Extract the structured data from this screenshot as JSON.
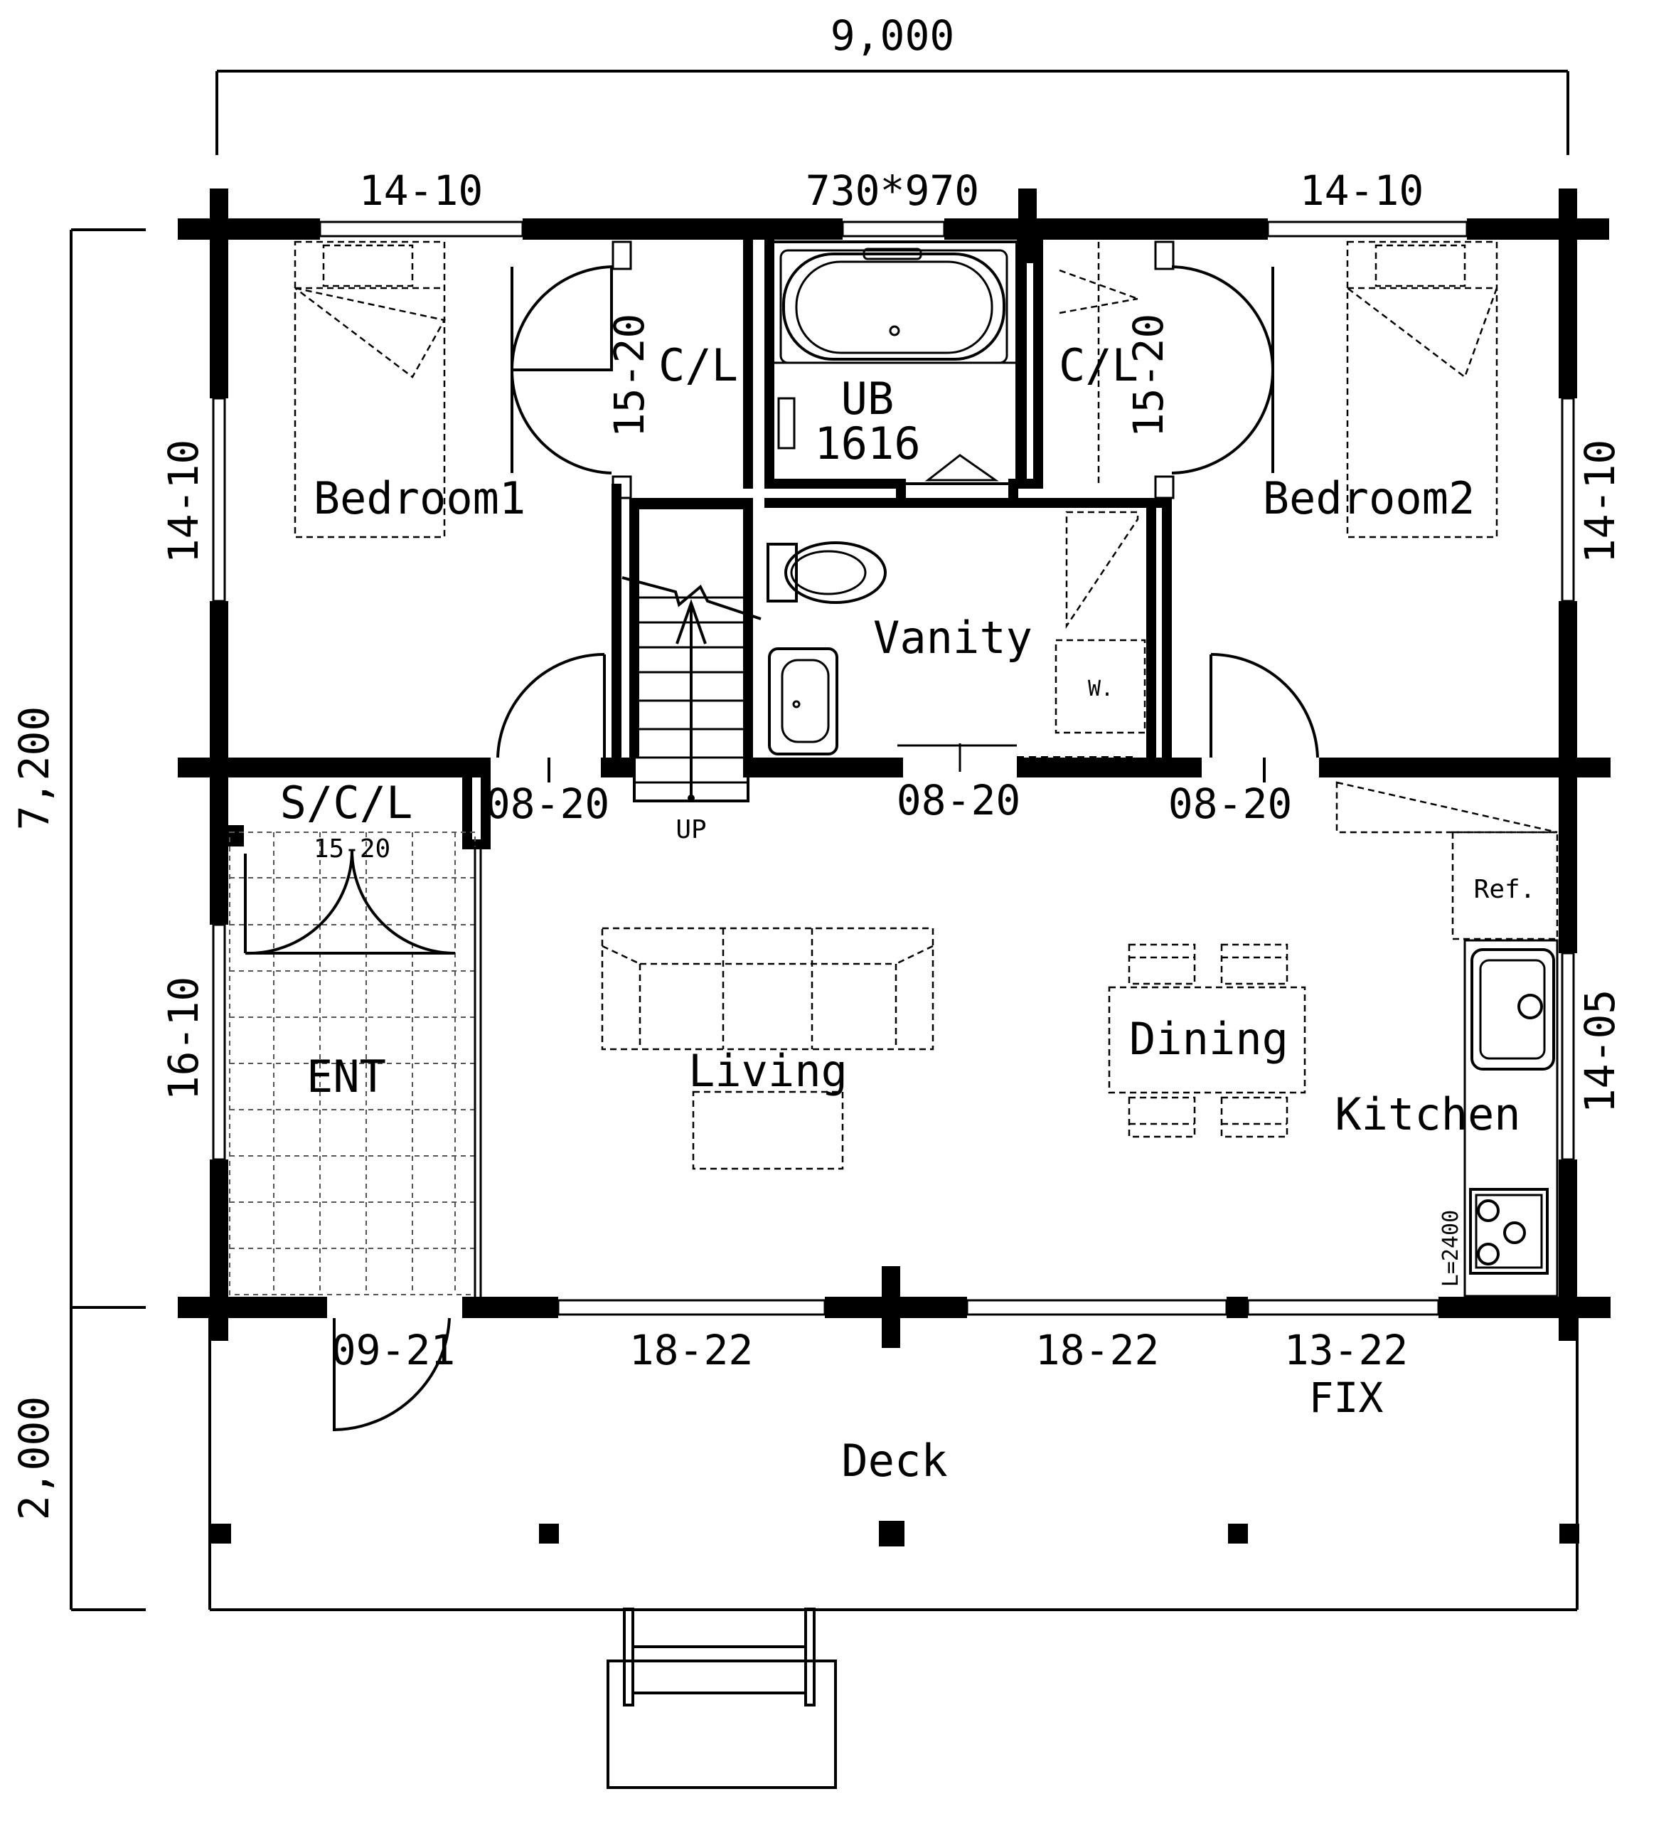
{
  "dimensions": {
    "overall_width": "9,000",
    "overall_depth": "7,200",
    "deck_depth": "2,000"
  },
  "openings": {
    "bedroom1_top_window": "14-10",
    "bath_window": "730*970",
    "bedroom2_top_window": "14-10",
    "bedroom1_side_window": "14-10",
    "bedroom2_side_window": "14-10",
    "closet1_door": "15-20",
    "closet2_door": "15-20",
    "bedroom1_door": "08-20",
    "vanity_door": "08-20",
    "bedroom2_door": "08-20",
    "shoe_closet_door": "15-20",
    "entrance_side_window": "16-10",
    "kitchen_side_window": "14-05",
    "entrance_door": "09-21",
    "living_window_left": "18-22",
    "living_window_right": "18-22",
    "fixed_window": "13-22",
    "fixed_window_type": "FIX"
  },
  "rooms": {
    "closet1": "C/L",
    "closet2": "C/L",
    "unit_bath": "UB",
    "unit_bath_size": "1616",
    "bedroom1": "Bedroom1",
    "bedroom2": "Bedroom2",
    "vanity": "Vanity",
    "shoe_closet": "S/C/L",
    "entrance": "ENT",
    "living": "Living",
    "dining": "Dining",
    "kitchen": "Kitchen",
    "deck": "Deck"
  },
  "fixtures": {
    "stairs_direction": "UP",
    "washer": "W.",
    "refrigerator": "Ref.",
    "counter_length": "L=2400"
  }
}
